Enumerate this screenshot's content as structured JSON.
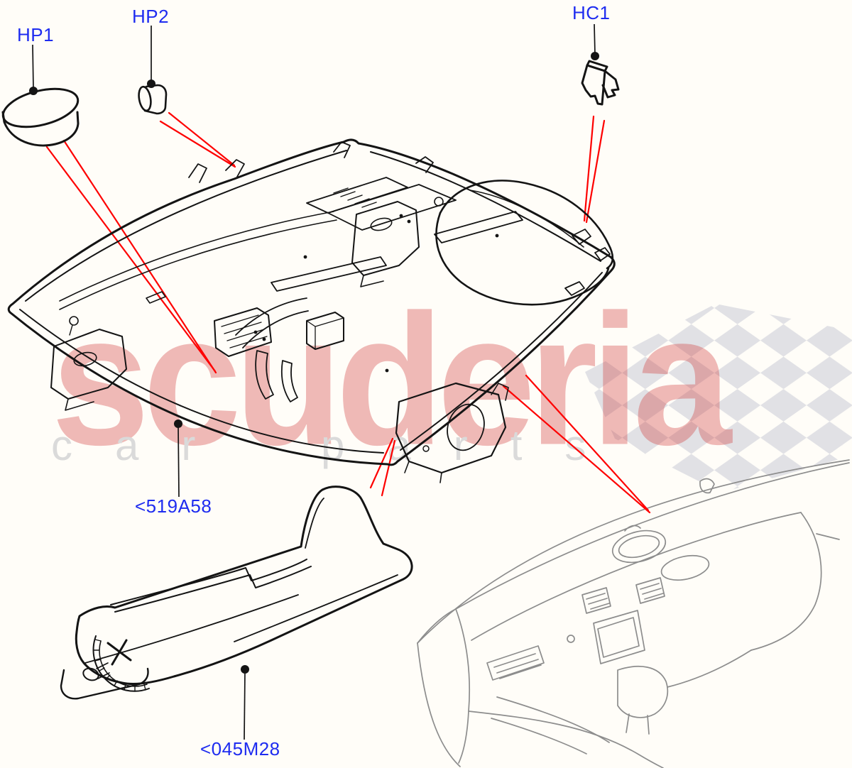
{
  "diagram": {
    "type": "exploded-parts-diagram",
    "subject": "overhead console and dashboard reference",
    "background": "#fffdf8",
    "colors": {
      "part_label_blue": "#1e2cf0",
      "callout_red": "#fe0000",
      "line_black": "#141414",
      "reference_gray": "#8d8d8d",
      "watermark_pink": "#efbaba",
      "watermark_text_gray": "#dadada",
      "flag_gray": "#e1e1e5"
    },
    "labels": {
      "hp1": "HP1",
      "hp2": "HP2",
      "hc1": "HC1",
      "console": "<519A58",
      "bin": "<045M28"
    },
    "watermark": {
      "line1": "scuderia",
      "line2": "car parts"
    }
  }
}
